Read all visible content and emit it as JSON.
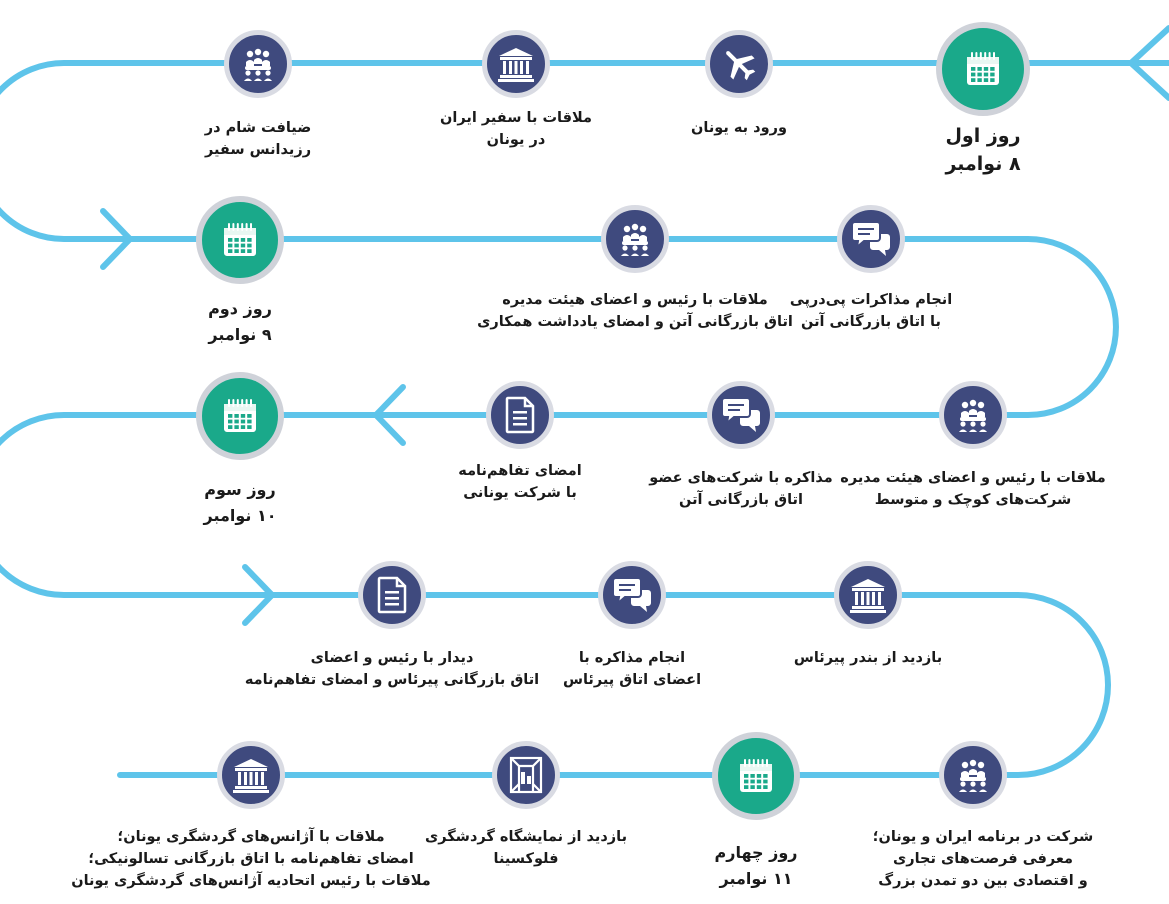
{
  "colors": {
    "path": "#5ec4ea",
    "node": "#3f4a7e",
    "day_node": "#1aa98a",
    "ring": "#d9dbe3"
  },
  "days": [
    {
      "title": "روز اول",
      "date": "۸ نوامبر",
      "icon": "calendar-icon"
    },
    {
      "title": "روز دوم",
      "date": "۹ نوامبر",
      "icon": "calendar-icon"
    },
    {
      "title": "روز سوم",
      "date": "۱۰ نوامبر",
      "icon": "calendar-icon"
    },
    {
      "title": "روز چهارم",
      "date": "۱۱ نوامبر",
      "icon": "calendar-icon"
    }
  ],
  "events": [
    {
      "icon": "airplane-icon",
      "lines": [
        "ورود به یونان"
      ]
    },
    {
      "icon": "building-icon",
      "lines": [
        "ملاقات با سفیر ایران",
        "در یونان"
      ]
    },
    {
      "icon": "people-icon",
      "lines": [
        "ضیافت شام در",
        "رزیدانس سفیر"
      ]
    },
    {
      "icon": "speech-bubble-icon",
      "lines": [
        "انجام مذاکرات پی‌درپی",
        "با اتاق بازرگانی آتن"
      ]
    },
    {
      "icon": "people-icon",
      "lines": [
        "ملاقات با رئیس و اعضای هیئت مدیره",
        "اتاق بازرگانی آتن و امضای یادداشت همکاری"
      ]
    },
    {
      "icon": "people-icon",
      "lines": [
        "ملاقات با رئیس و اعضای هیئت مدیره",
        "شرکت‌های کوچک و متوسط"
      ]
    },
    {
      "icon": "speech-bubble-icon",
      "lines": [
        "مذاکره با شرکت‌های عضو",
        "اتاق بازرگانی آتن"
      ]
    },
    {
      "icon": "document-icon",
      "lines": [
        "امضای تفاهم‌نامه",
        "با شرکت یونانی"
      ]
    },
    {
      "icon": "building-icon",
      "lines": [
        "بازدید از بندر پیرئاس"
      ]
    },
    {
      "icon": "speech-bubble-icon",
      "lines": [
        "انجام مذاکره با",
        "اعضای اتاق پیرئاس"
      ]
    },
    {
      "icon": "document-icon",
      "lines": [
        "دیدار با رئیس و اعضای",
        "اتاق بازرگانی پیرئاس و امضای تفاهم‌نامه"
      ]
    },
    {
      "icon": "people-icon",
      "lines": [
        "شرکت در برنامه ایران و یونان؛",
        "معرفی فرصت‌های تجاری",
        "و اقتصادی بین دو تمدن بزرگ"
      ]
    },
    {
      "icon": "exhibition-icon",
      "lines": [
        "بازدید از نمایشگاه گردشگری",
        "فلوکسینا"
      ]
    },
    {
      "icon": "building-icon",
      "lines": [
        "ملاقات با آژانس‌های گردشگری یونان؛",
        "امضای تفاهم‌نامه با اتاق بازرگانی تسالونیکی؛",
        "ملاقات با رئیس اتحادیه آژانس‌های گردشگری یونان"
      ]
    }
  ]
}
